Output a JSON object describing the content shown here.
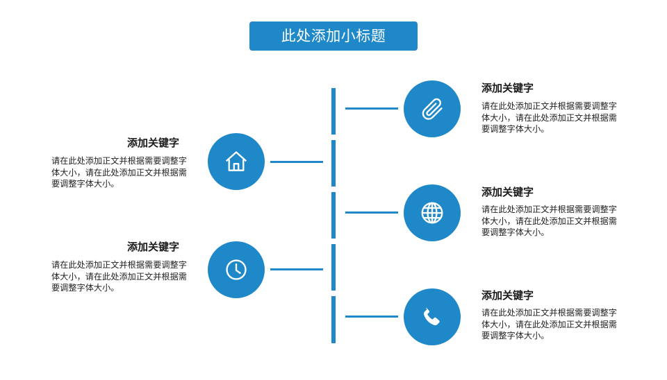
{
  "title": "此处添加小标题",
  "colors": {
    "accent": "#1e88c8",
    "text": "#222222"
  },
  "items": [
    {
      "keyword": "添加关键字",
      "body": "请在此处添加正文并根据需要调整字体大小，请在此处添加正文并根据需要调整字体大小。",
      "icon": "paperclip-icon"
    },
    {
      "keyword": "添加关键字",
      "body": "请在此处添加正文并根据需要调整字体大小，请在此处添加正文并根据需要调整字体大小。",
      "icon": "home-icon"
    },
    {
      "keyword": "添加关键字",
      "body": "请在此处添加正文并根据需要调整字体大小，请在此处添加正文并根据需要调整字体大小。",
      "icon": "globe-icon"
    },
    {
      "keyword": "添加关键字",
      "body": "请在此处添加正文并根据需要调整字体大小，请在此处添加正文并根据需要调整字体大小。",
      "icon": "clock-icon"
    },
    {
      "keyword": "添加关键字",
      "body": "请在此处添加正文并根据需要调整字体大小，请在此处添加正文并根据需要调整字体大小。",
      "icon": "phone-icon"
    }
  ]
}
